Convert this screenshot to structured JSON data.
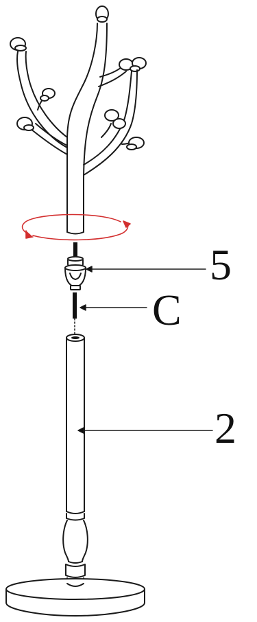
{
  "callouts": {
    "part_5": "5",
    "part_c": "C",
    "part_2": "2"
  },
  "colors": {
    "line": "#1a1a1a",
    "rotation_arrow": "#d32f2f",
    "background": "#ffffff"
  },
  "icons": {
    "rotation": "rotation-arrow-icon"
  }
}
